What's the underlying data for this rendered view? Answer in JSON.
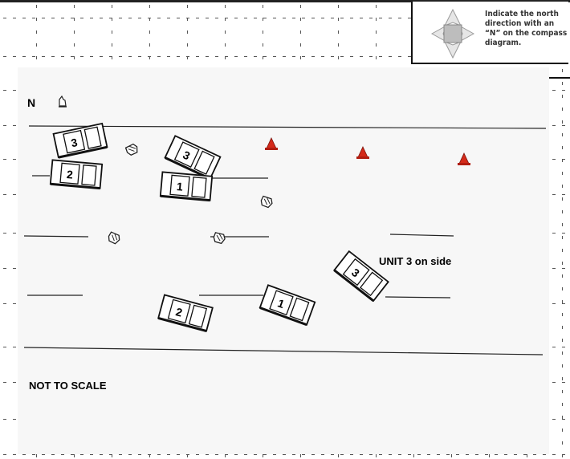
{
  "compass_instruction": "Indicate the north direction with an “N” on the compass diagram.",
  "north_label": "N",
  "unit3_note": "UNIT 3 on side",
  "scale_note": "NOT TO SCALE",
  "vehicles": [
    {
      "unit": "3"
    },
    {
      "unit": "2"
    },
    {
      "unit": "3"
    },
    {
      "unit": "1"
    },
    {
      "unit": "3"
    },
    {
      "unit": "2"
    },
    {
      "unit": "1"
    }
  ],
  "colors": {
    "cone": "#d42a1a",
    "grid": "#555555",
    "background": "#f7f7f7"
  }
}
